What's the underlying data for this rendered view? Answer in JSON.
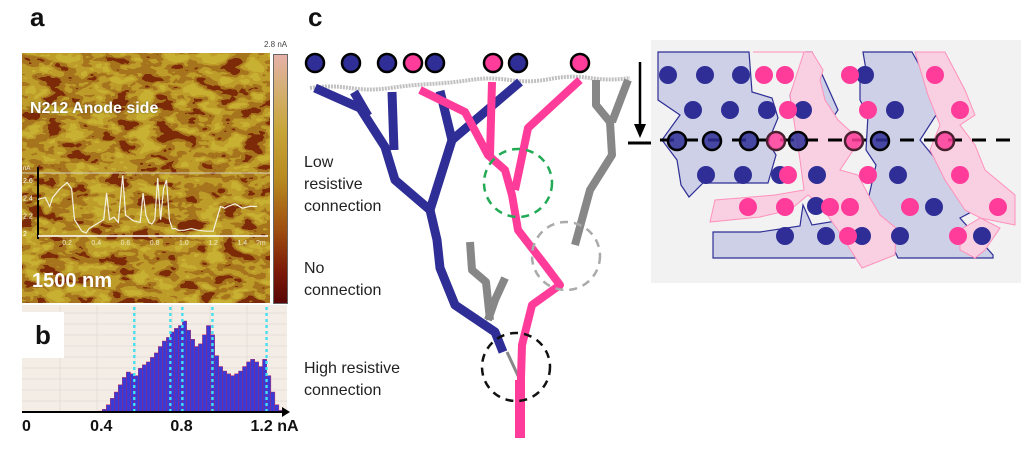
{
  "panels": {
    "a": {
      "label": "a",
      "title": "N212 Anode side",
      "scale_text": "1500 nm",
      "colorbar_max": "2.8 nA",
      "profile": {
        "y_unit": "nA",
        "y_ticks": [
          "2.6",
          "2.4",
          "2.2",
          "2"
        ],
        "x_ticks": [
          "0.2",
          "0.4",
          "0.6",
          "0.8",
          "1.0",
          "1.2",
          "1.4"
        ],
        "x_unit": "?m",
        "x": [
          0.0,
          0.05,
          0.08,
          0.1,
          0.15,
          0.2,
          0.23,
          0.25,
          0.3,
          0.33,
          0.35,
          0.4,
          0.45,
          0.47,
          0.49,
          0.52,
          0.55,
          0.58,
          0.6,
          0.62,
          0.65,
          0.7,
          0.72,
          0.74,
          0.76,
          0.78,
          0.8,
          0.82,
          0.84,
          0.86,
          0.88,
          0.9,
          0.92,
          0.94,
          0.96,
          1.0,
          1.05,
          1.1,
          1.15,
          1.2,
          1.25,
          1.28,
          1.3,
          1.35,
          1.4,
          1.45,
          1.5
        ],
        "y": [
          2.38,
          2.4,
          2.3,
          2.4,
          2.5,
          2.57,
          2.5,
          2.15,
          2.02,
          2.0,
          2.05,
          2.1,
          2.15,
          2.45,
          2.15,
          2.18,
          2.12,
          2.65,
          2.2,
          2.18,
          2.14,
          2.12,
          2.45,
          2.2,
          2.12,
          2.1,
          2.15,
          2.62,
          2.15,
          2.5,
          2.6,
          2.15,
          2.05,
          2.05,
          2.03,
          2.03,
          2.05,
          2.03,
          2.02,
          2.02,
          2.3,
          2.28,
          2.3,
          2.33,
          2.28,
          2.3,
          2.3
        ]
      }
    },
    "b": {
      "label": "b",
      "chart_data": {
        "type": "bar",
        "title": "",
        "xlabel": "nA",
        "ylabel": "",
        "x_tick_labels": [
          "0",
          "0.4",
          "0.8",
          "1.2 nA"
        ],
        "x_ticks": [
          0,
          0.4,
          0.8,
          1.2
        ],
        "xlim": [
          0,
          1.3
        ],
        "grid": true,
        "x": [
          0.38,
          0.4,
          0.42,
          0.44,
          0.46,
          0.48,
          0.5,
          0.52,
          0.54,
          0.56,
          0.58,
          0.6,
          0.62,
          0.64,
          0.66,
          0.68,
          0.7,
          0.72,
          0.74,
          0.76,
          0.78,
          0.8,
          0.82,
          0.84,
          0.86,
          0.88,
          0.9,
          0.92,
          0.94,
          0.96,
          0.98,
          1.0,
          1.02,
          1.04,
          1.06,
          1.08,
          1.1,
          1.12,
          1.14,
          1.16,
          1.18,
          1.2,
          1.22,
          1.24,
          1.26,
          1.28
        ],
        "values": [
          0.01,
          0.03,
          0.08,
          0.15,
          0.22,
          0.3,
          0.38,
          0.44,
          0.42,
          0.4,
          0.48,
          0.52,
          0.55,
          0.6,
          0.65,
          0.72,
          0.78,
          0.82,
          0.88,
          0.92,
          0.95,
          1.0,
          0.9,
          0.8,
          0.72,
          0.75,
          0.85,
          0.95,
          0.85,
          0.62,
          0.5,
          0.45,
          0.42,
          0.4,
          0.42,
          0.45,
          0.5,
          0.55,
          0.58,
          0.55,
          0.5,
          0.58,
          0.4,
          0.22,
          0.08,
          0.02
        ],
        "reference_lines": [
          0.56,
          0.74,
          0.8,
          0.95,
          1.22
        ],
        "bar_color": "#3a3ad6",
        "edge_color": "#d02040",
        "reference_line_color": "#44e0f0"
      }
    },
    "c": {
      "label": "c",
      "annotations": [
        {
          "line1": "Low",
          "line2": "resistive",
          "line3": "connection"
        },
        {
          "line1": "No",
          "line2": "connection"
        },
        {
          "line1": "High resistive",
          "line2": "connection"
        }
      ],
      "top_particles": [
        "blue",
        "blue",
        "blue",
        "pink",
        "blue",
        "pink",
        "blue",
        "pink"
      ],
      "colors": {
        "blue": "#2e2e96",
        "pink": "#ff3c9a",
        "gray": "#878787",
        "low_resistive_circle": "#22aa55",
        "no_connection_circle": "#aaaaaa",
        "high_resistive_circle": "#111111",
        "blue_region": "#cdd0e6",
        "pink_region": "#f9d0e2",
        "inset_bg": "#f2f2f2"
      }
    }
  }
}
